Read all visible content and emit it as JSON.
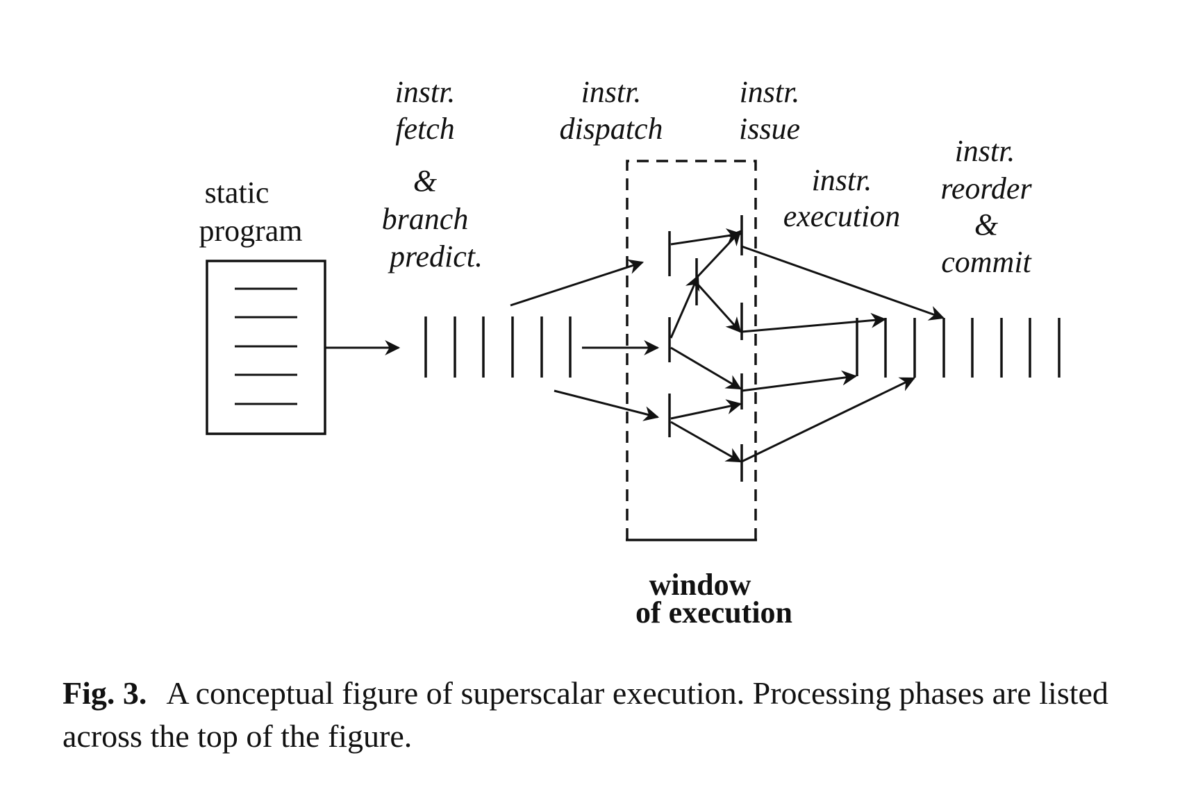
{
  "phases": {
    "fetch": [
      "instr.",
      "fetch",
      "&",
      "branch",
      "predict."
    ],
    "dispatch": [
      "instr.",
      "dispatch"
    ],
    "issue": [
      "instr.",
      "issue"
    ],
    "execution": [
      "instr.",
      "execution"
    ],
    "commit": [
      "instr.",
      "reorder",
      "&",
      "commit"
    ]
  },
  "static_program": [
    "static",
    "program"
  ],
  "window": [
    "window",
    "of execution"
  ],
  "caption": {
    "label": "Fig. 3.",
    "text": "A conceptual figure of superscalar execution. Processing phases are listed across the top of the figure."
  },
  "colors": {
    "ink": "#111111",
    "paper": "#ffffff"
  }
}
